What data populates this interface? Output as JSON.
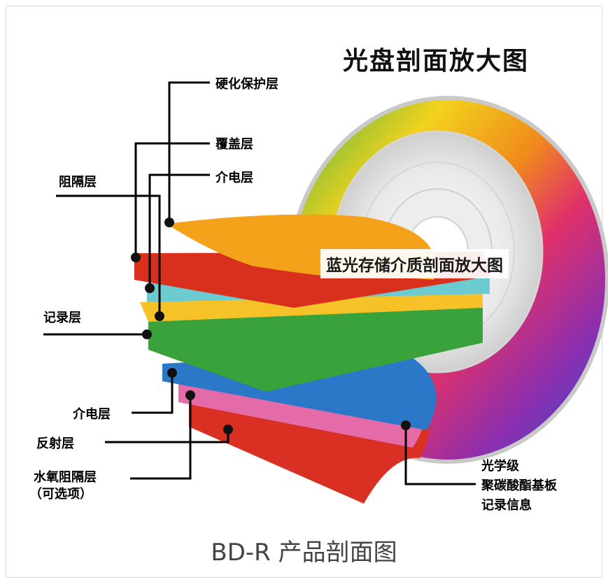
{
  "top_title": "光盘剖面放大图",
  "overlay_title": "蓝光存储介质剖面放大图",
  "caption": "BD-R 产品剖面图",
  "labels": {
    "hard_coat": "硬化保护层",
    "cover": "覆盖层",
    "dielectric_top": "介电层",
    "barrier": "阻隔层",
    "recording": "记录层",
    "dielectric_bottom": "介电层",
    "reflective": "反射层",
    "moisture_barrier_1": "水氧阻隔层",
    "moisture_barrier_2": "（可选项）",
    "substrate_1": "光学级",
    "substrate_2": "聚碳酸酯基板",
    "substrate_3": "记录信息"
  },
  "colors": {
    "hard_coat": "#f3a21a",
    "cover": "#d9301e",
    "barrier": "#6ccbd1",
    "dielectric": "#f7c227",
    "recording": "#3aa23a",
    "dielectric_bottom": "#2b78c8",
    "reflective_pink": "#e46aa8",
    "reflective_red": "#d93023"
  }
}
